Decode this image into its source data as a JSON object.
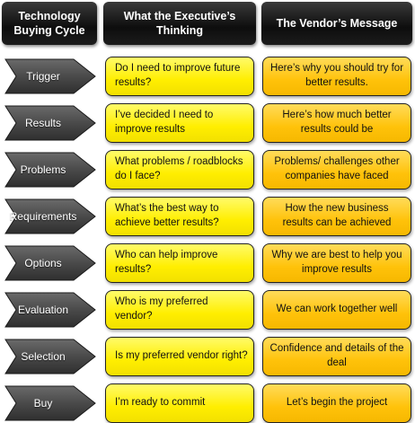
{
  "headers": {
    "cycle": [
      "Technology",
      "Buying Cycle"
    ],
    "executive": [
      "What the Executive’s",
      "Thinking"
    ],
    "vendor": [
      "The Vendor’s Message"
    ]
  },
  "rows": [
    {
      "stage": "Trigger",
      "executive": "Do I need to improve future results?",
      "vendor": "Here’s why you should try for better results."
    },
    {
      "stage": "Results",
      "executive": "I’ve decided I need to improve results",
      "vendor": "Here’s how much better results could be"
    },
    {
      "stage": "Problems",
      "executive": "What problems / roadblocks do I face?",
      "vendor": "Problems/ challenges other companies have faced"
    },
    {
      "stage": "Requirements",
      "executive": "What’s the best way to achieve better results?",
      "vendor": "How the new business results can be achieved"
    },
    {
      "stage": "Options",
      "executive": "Who can help improve results?",
      "vendor": "Why we are best to help you improve results"
    },
    {
      "stage": "Evaluation",
      "executive": "Who is my preferred vendor?",
      "vendor": "We can work together well"
    },
    {
      "stage": "Selection",
      "executive": "Is my preferred vendor right?",
      "vendor": "Confidence and details of the deal"
    },
    {
      "stage": "Buy",
      "executive": "I’m ready to commit",
      "vendor": "Let’s begin the project"
    }
  ],
  "colors": {
    "arrow": "#4a4a4a",
    "executive_box": "#ffee00",
    "vendor_box": "#ffc20a",
    "header": "#111111"
  }
}
